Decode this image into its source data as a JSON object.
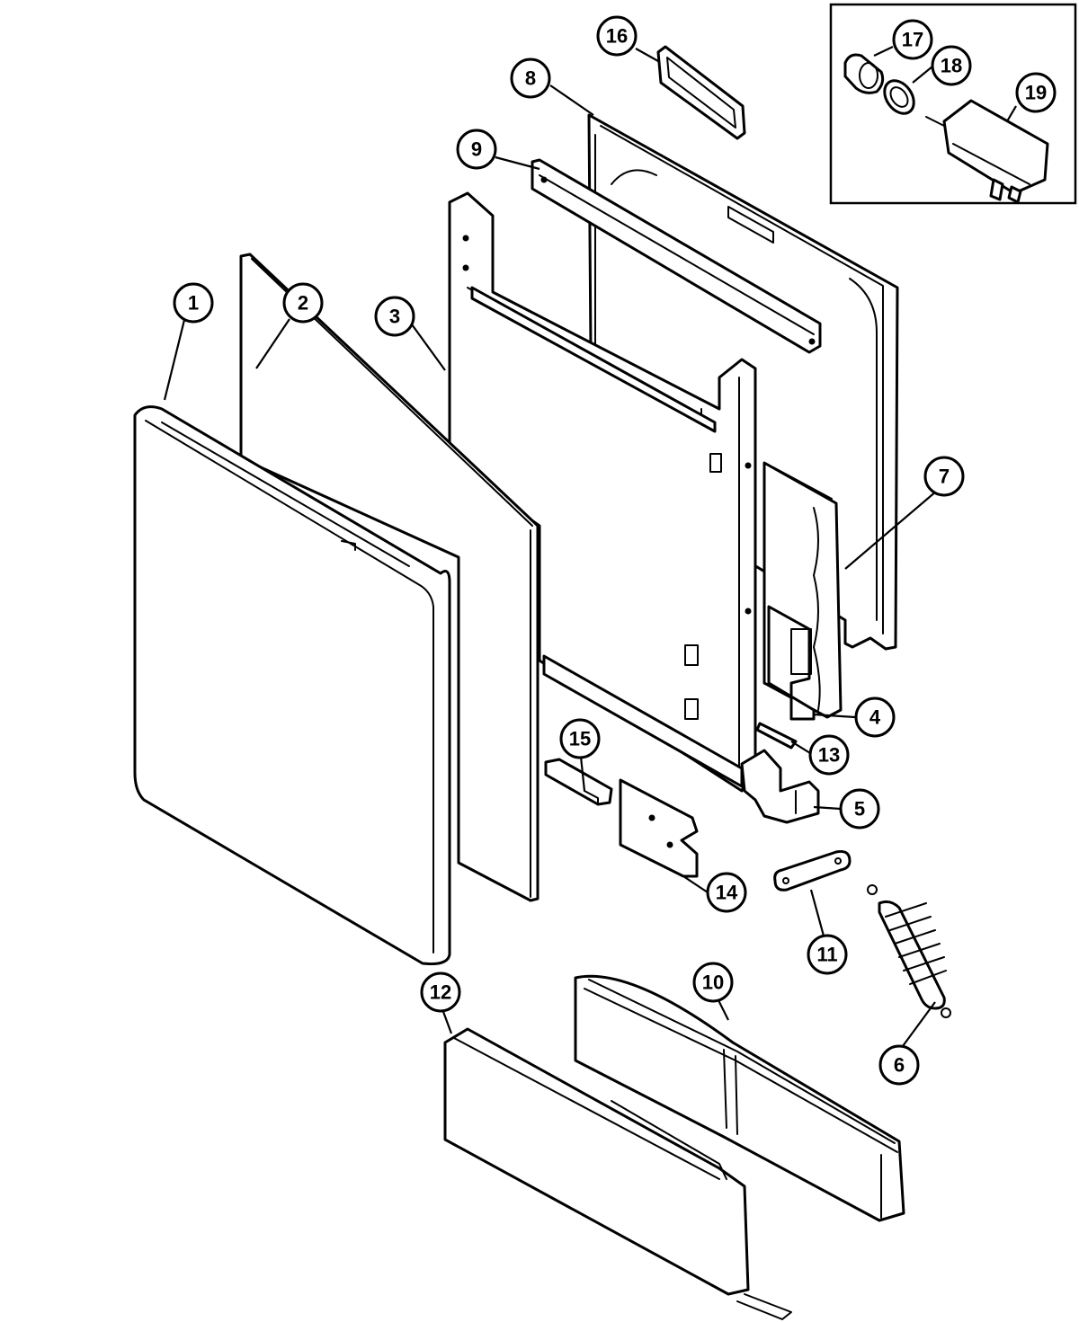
{
  "callouts": [
    {
      "id": "c1",
      "label": "1"
    },
    {
      "id": "c2",
      "label": "2"
    },
    {
      "id": "c3",
      "label": "3"
    },
    {
      "id": "c4",
      "label": "4"
    },
    {
      "id": "c5",
      "label": "5"
    },
    {
      "id": "c6",
      "label": "6"
    },
    {
      "id": "c7",
      "label": "7"
    },
    {
      "id": "c8",
      "label": "8"
    },
    {
      "id": "c9",
      "label": "9"
    },
    {
      "id": "c10",
      "label": "10"
    },
    {
      "id": "c11",
      "label": "11"
    },
    {
      "id": "c12",
      "label": "12"
    },
    {
      "id": "c13",
      "label": "13"
    },
    {
      "id": "c14",
      "label": "14"
    },
    {
      "id": "c15",
      "label": "15"
    },
    {
      "id": "c16",
      "label": "16"
    },
    {
      "id": "c17",
      "label": "17"
    },
    {
      "id": "c18",
      "label": "18"
    },
    {
      "id": "c19",
      "label": "19"
    }
  ],
  "colors": {
    "line": "#000000",
    "background": "#ffffff"
  }
}
